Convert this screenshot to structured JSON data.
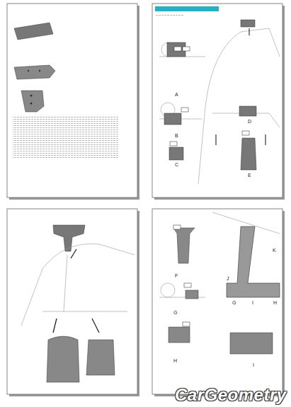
{
  "diagram": {
    "labels": [
      "A",
      "B",
      "C",
      "D",
      "E",
      "F",
      "G",
      "H",
      "I",
      "K",
      "J",
      "G",
      "I",
      "H",
      "CarGeometry"
    ]
  }
}
